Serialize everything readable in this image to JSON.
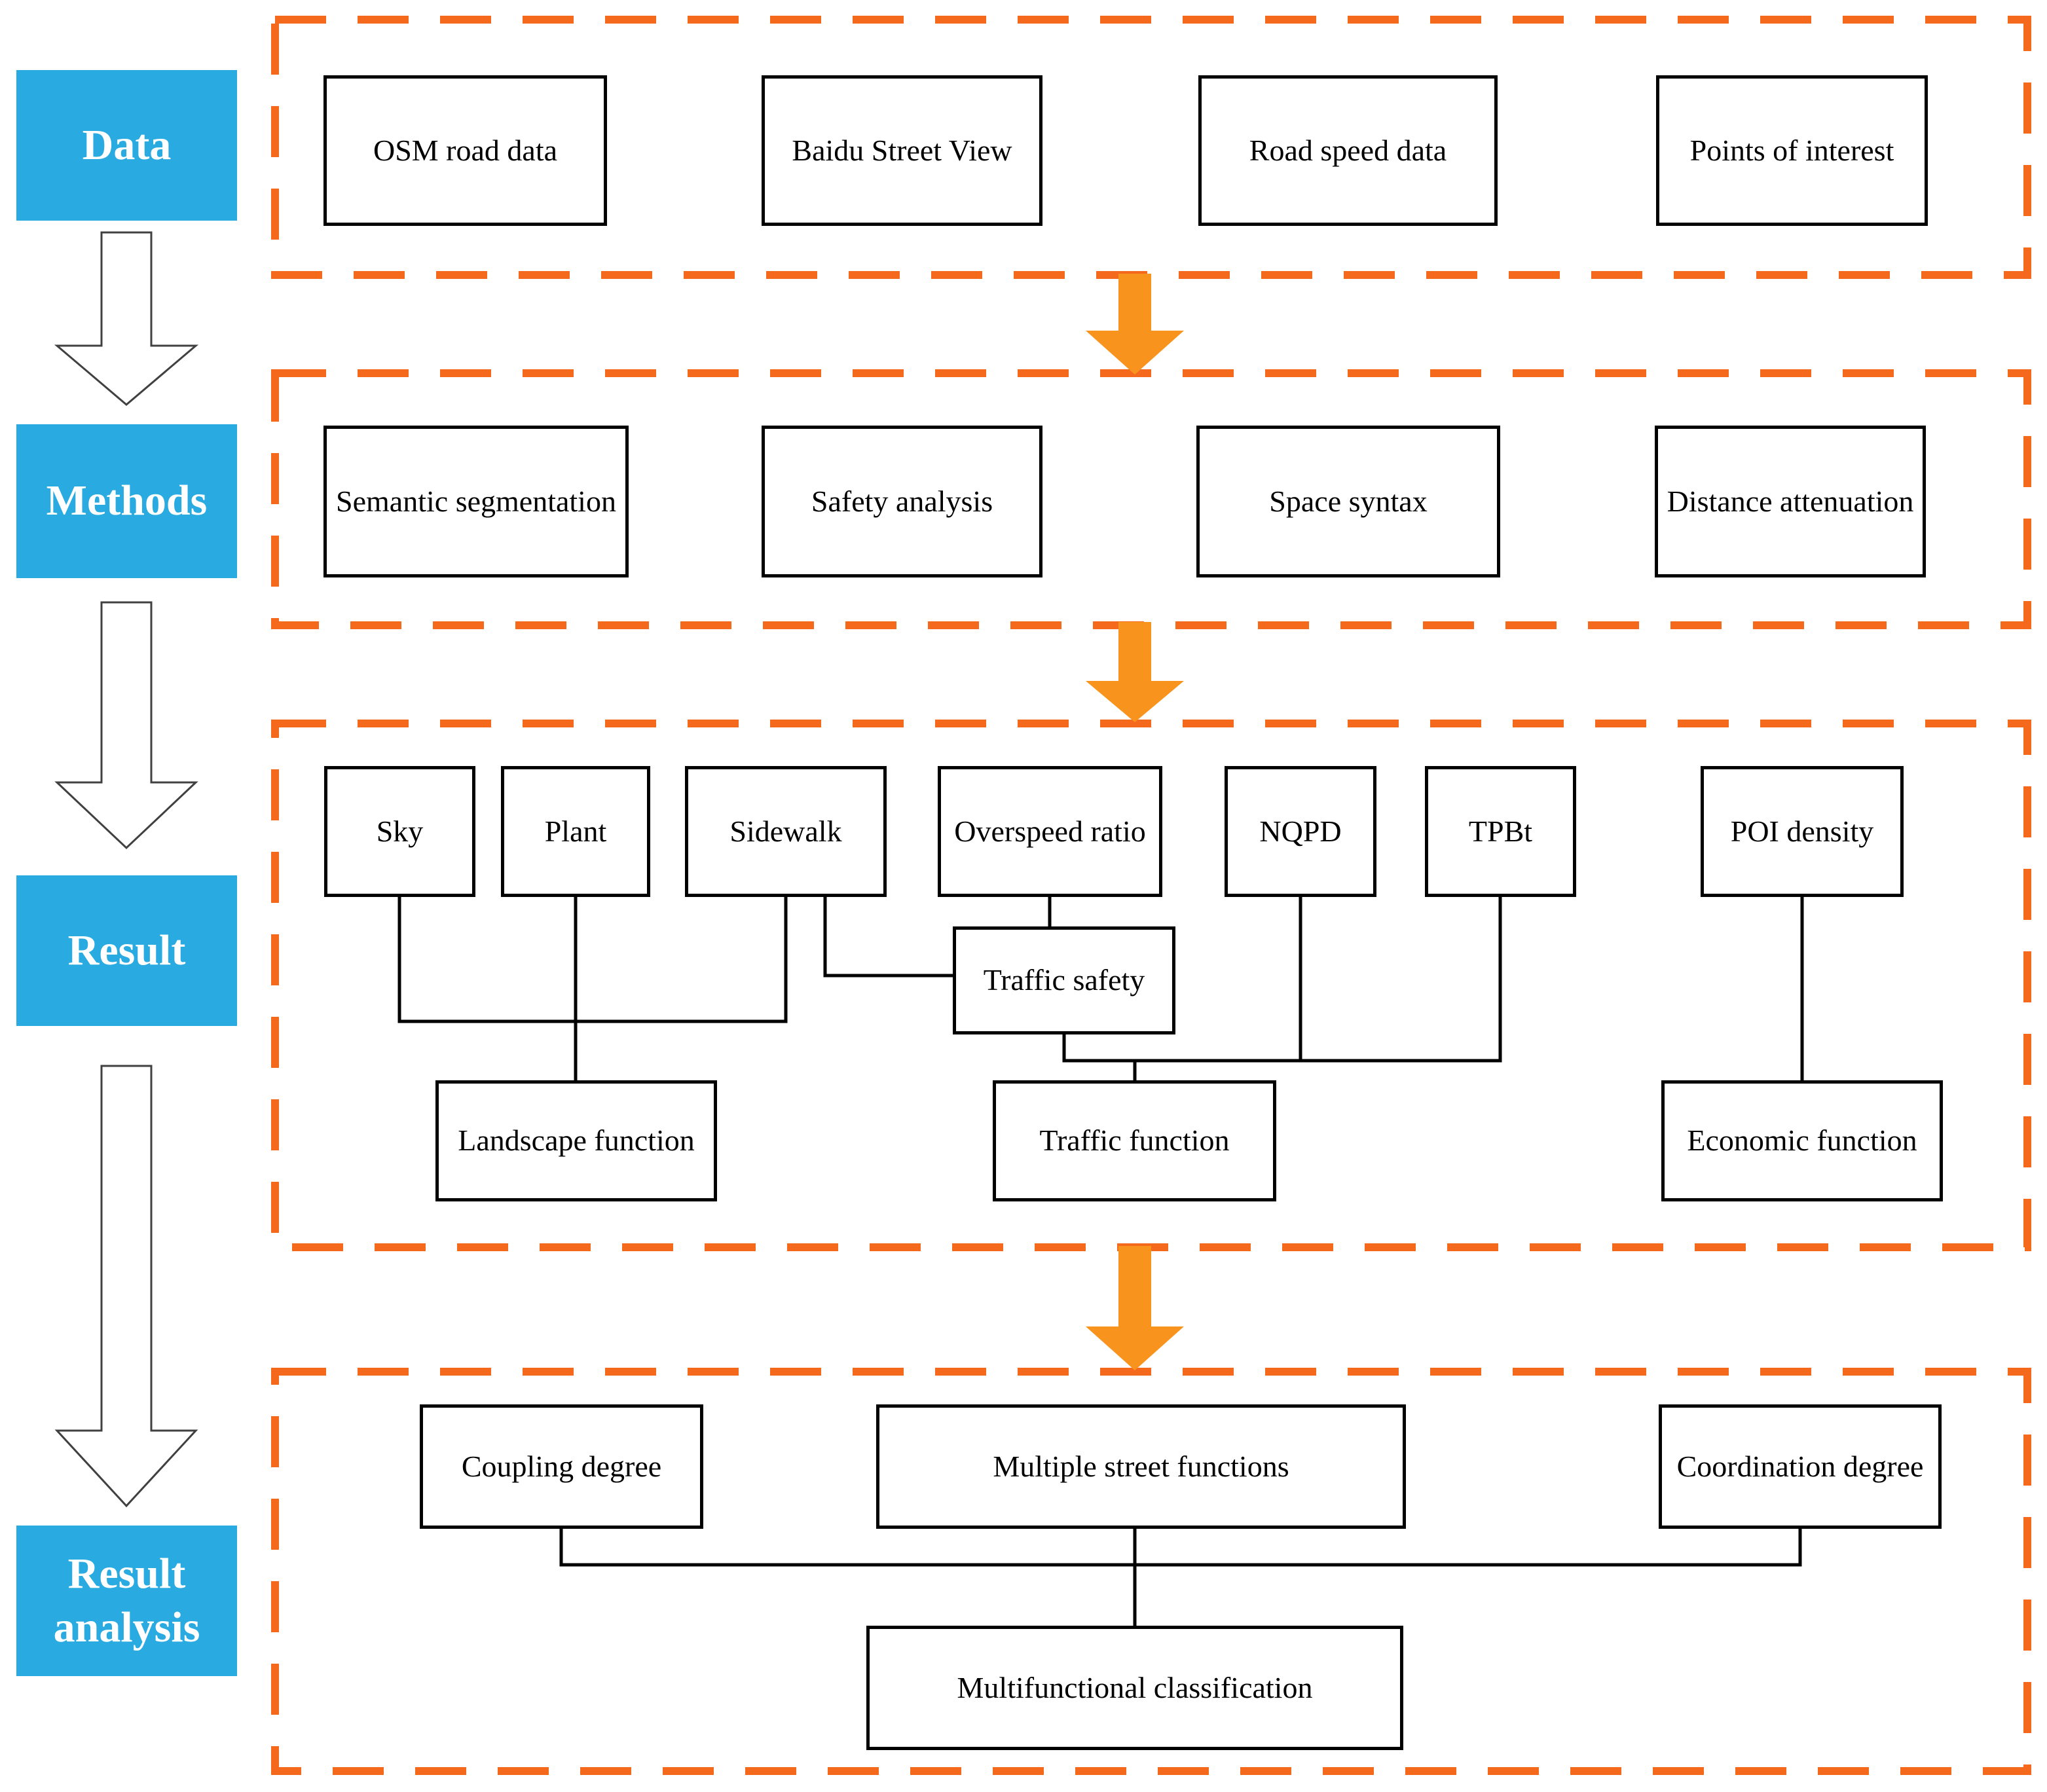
{
  "figure": {
    "type": "flowchart",
    "description": "Research workflow flowchart with four stages: Data, Methods, Result, Result analysis"
  },
  "colors": {
    "stage_bg": "#29ABE2",
    "stage_text": "#FFFFFF",
    "container_border": "#F5691D",
    "arrow_fill": "#F8941D",
    "box_border": "#000000",
    "connector": "#000000"
  },
  "stages": [
    {
      "id": "data",
      "label": "Data"
    },
    {
      "id": "methods",
      "label": "Methods"
    },
    {
      "id": "result",
      "label": "Result"
    },
    {
      "id": "result-analysis",
      "label": "Result analysis"
    }
  ],
  "sections": {
    "data": {
      "boxes": [
        "OSM road data",
        "Baidu Street View",
        "Road speed data",
        "Points of interest"
      ]
    },
    "methods": {
      "boxes": [
        "Semantic segmentation",
        "Safety analysis",
        "Space syntax",
        "Distance attenuation"
      ]
    },
    "result": {
      "indicators": [
        "Sky",
        "Plant",
        "Sidewalk",
        "Overspeed ratio",
        "NQPD",
        "TPBt",
        "POI density"
      ],
      "intermediate": "Traffic safety",
      "functions": [
        "Landscape function",
        "Traffic function",
        "Economic function"
      ]
    },
    "result_analysis": {
      "boxes": [
        "Coupling degree",
        "Multiple street functions",
        "Coordination degree"
      ],
      "output": "Multifunctional classification"
    }
  }
}
